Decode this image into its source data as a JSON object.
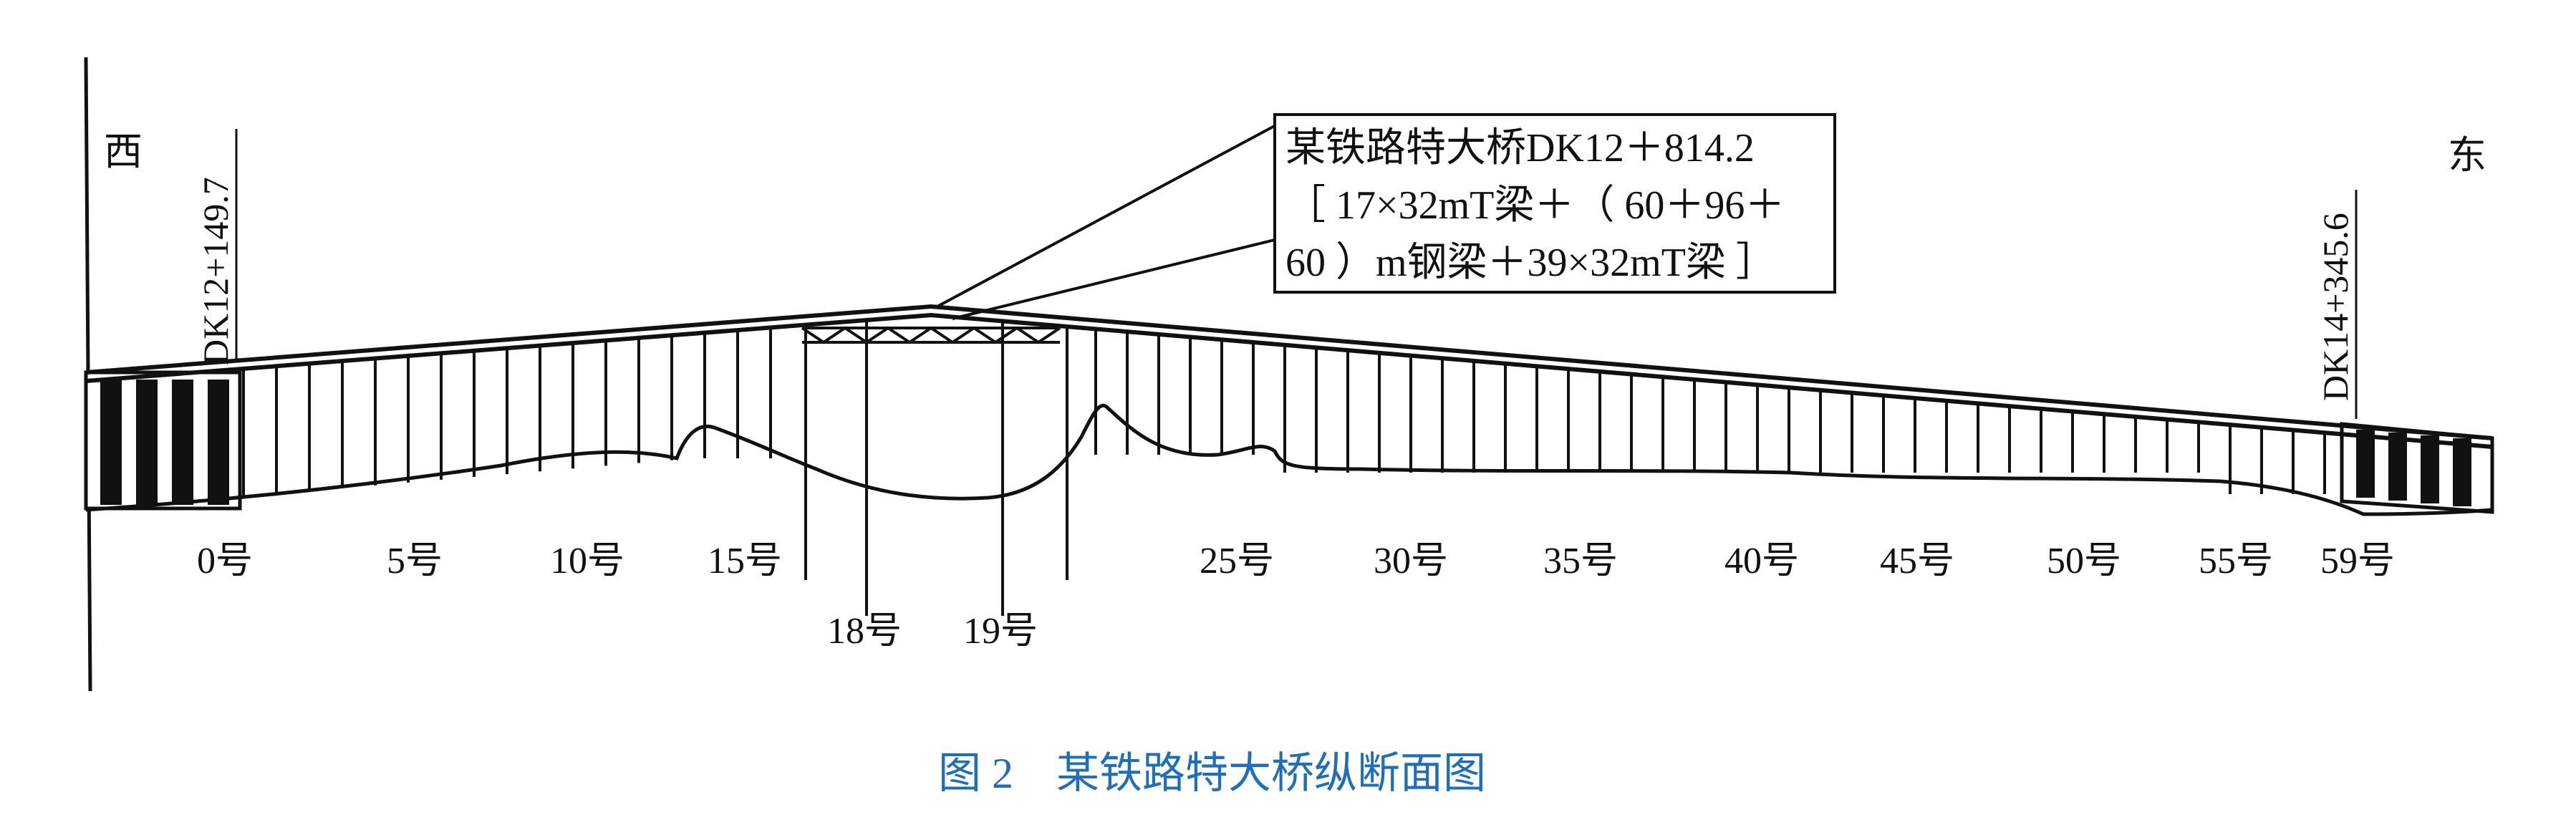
{
  "directions": {
    "west": "西",
    "east": "东"
  },
  "stations": {
    "start": "DK12+149.7",
    "end": "DK14+345.6"
  },
  "callout": {
    "line1": "某铁路特大桥DK12＋814.2",
    "line2": "［ 17×32mT梁＋（ 60＋96＋",
    "line3": "60 ）m钢梁＋39×32mT梁 ］"
  },
  "pier_labels": {
    "p0": "0号",
    "p5": "5号",
    "p10": "10号",
    "p15": "15号",
    "p18": "18号",
    "p19": "19号",
    "p25": "25号",
    "p30": "30号",
    "p35": "35号",
    "p40": "40号",
    "p45": "45号",
    "p50": "50号",
    "p55": "55号",
    "p59": "59号"
  },
  "caption": "图 2　某铁路特大桥纵断面图",
  "colors": {
    "line": "#111111",
    "caption": "#1f6fb8"
  }
}
